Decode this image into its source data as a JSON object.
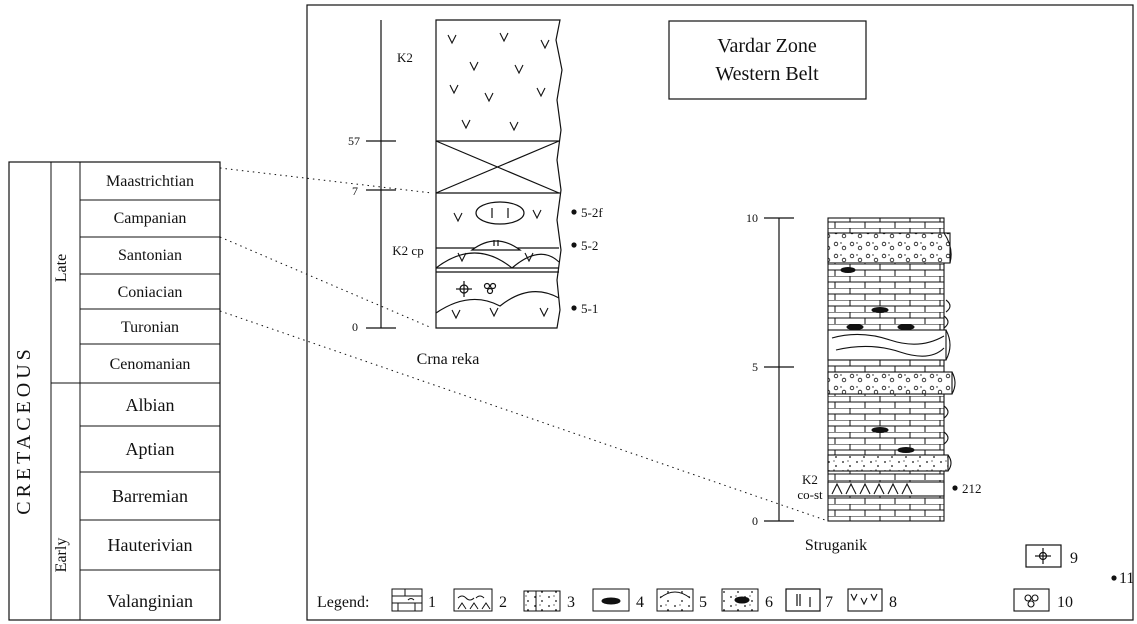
{
  "title_box": {
    "line1": "Vardar Zone",
    "line2": "Western Belt"
  },
  "stratigraphy": {
    "system": "CRETACEOUS",
    "series_late": "Late",
    "series_early": "Early",
    "stages": [
      "Maastrichtian",
      "Campanian",
      "Santonian",
      "Coniacian",
      "Turonian",
      "Cenomanian",
      "Albian",
      "Aptian",
      "Barremian",
      "Hauterivian",
      "Valanginian"
    ]
  },
  "crna_reka": {
    "name": "Crna reka",
    "scale_labels": [
      "57",
      "7",
      "0"
    ],
    "unit_labels": [
      "K2",
      "K2 cp"
    ],
    "samples": [
      "5-2f",
      "5-2",
      "5-1"
    ]
  },
  "struganik": {
    "name": "Struganik",
    "scale_labels": [
      "10",
      "5",
      "0"
    ],
    "unit_label_1": "K2",
    "unit_label_2": "co-st",
    "sample": "212"
  },
  "legend": {
    "label": "Legend:",
    "items": [
      "1",
      "2",
      "3",
      "4",
      "5",
      "6",
      "7",
      "8",
      "9",
      "10",
      "11"
    ]
  },
  "colors": {
    "ink": "#111111",
    "paper": "#ffffff"
  }
}
